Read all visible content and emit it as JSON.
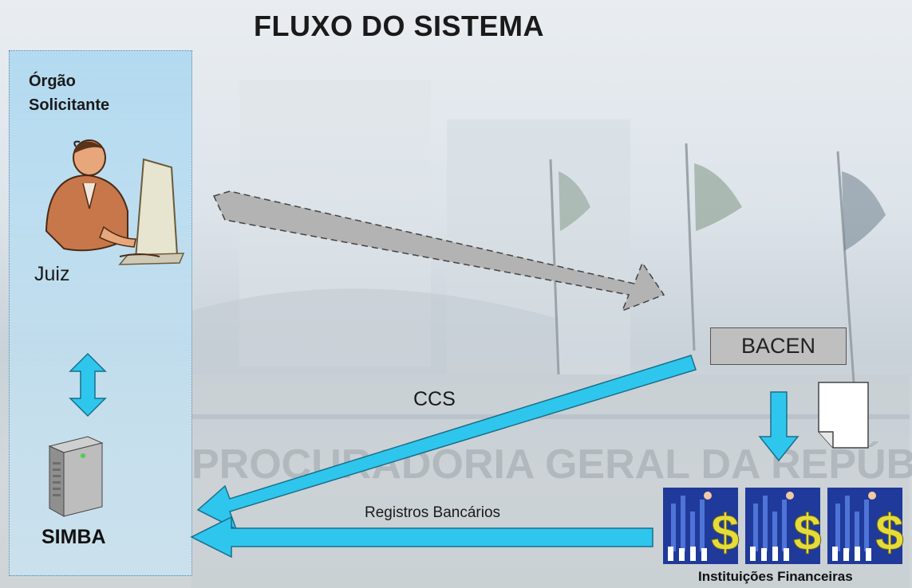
{
  "title": "FLUXO DO SISTEMA",
  "left_panel": {
    "organ_label_line1": "Órgão",
    "organ_label_line2": "Solicitante",
    "judge_label": "Juiz",
    "server_label": "SIMBA"
  },
  "bacen": {
    "label": "BACEN"
  },
  "arrows": {
    "ccs_label": "CCS",
    "records_label": "Registros Bancários"
  },
  "institutions": {
    "label": "Instituições Financeiras",
    "count": 3
  },
  "background": {
    "watermark_text": "PROCURADORIA GERAL DA REPÚBLICA"
  },
  "colors": {
    "arrow_blue": "#2fc6ee",
    "arrow_gray": "#b3b3b3",
    "panel_blue": "#aad7f0",
    "bacen_gray": "#bfbfbf"
  },
  "icons": [
    "person-at-computer-icon",
    "server-tower-icon",
    "document-icon",
    "financial-institution-icon"
  ]
}
